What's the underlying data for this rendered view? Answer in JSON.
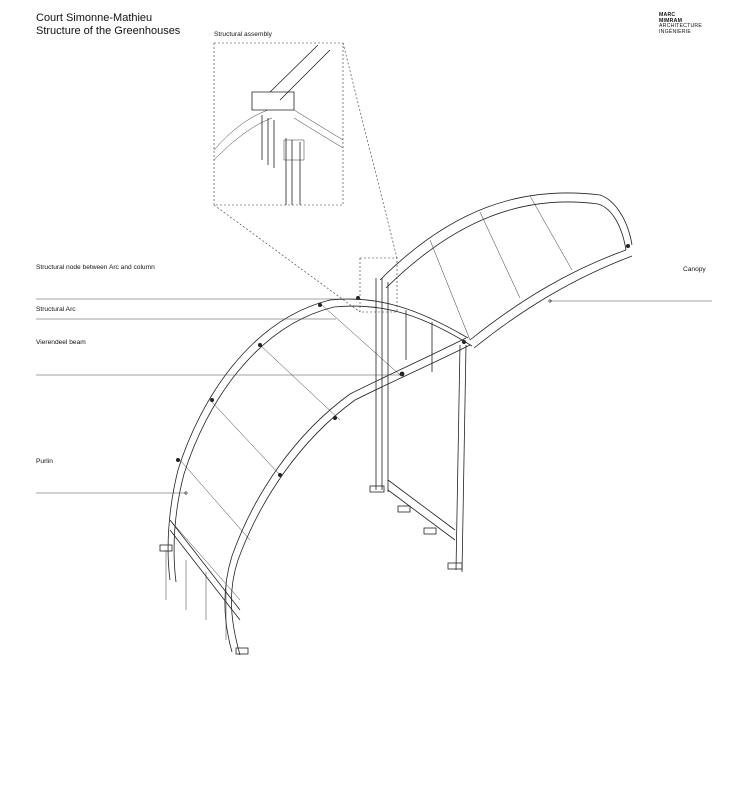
{
  "header": {
    "title_line1": "Court Simonne-Mathieu",
    "title_line2": "Structure of the Greenhouses"
  },
  "logo": {
    "line1": "MARC",
    "line2": "MIMRAM",
    "line3": "ARCHITECTURE",
    "line4": "INGÉNIERIE"
  },
  "labels": {
    "structural_assembly": "Structural assembly",
    "structural_node": "Structural node between Arc and column",
    "structural_arc": "Structural Arc",
    "vierendeel_beam": "Vierendeel beam",
    "purlin": "Purlin",
    "canopy": "Canopy"
  }
}
